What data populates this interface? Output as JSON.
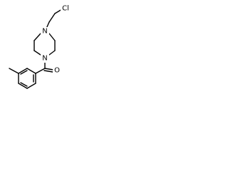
{
  "structure": {
    "atoms": {
      "chlorine": "Cl",
      "nitrogen_top": "N",
      "nitrogen_bottom": "N",
      "oxygen": "O"
    },
    "colors": {
      "bond": "#000000",
      "label": "#000000",
      "background": "#ffffff"
    }
  }
}
